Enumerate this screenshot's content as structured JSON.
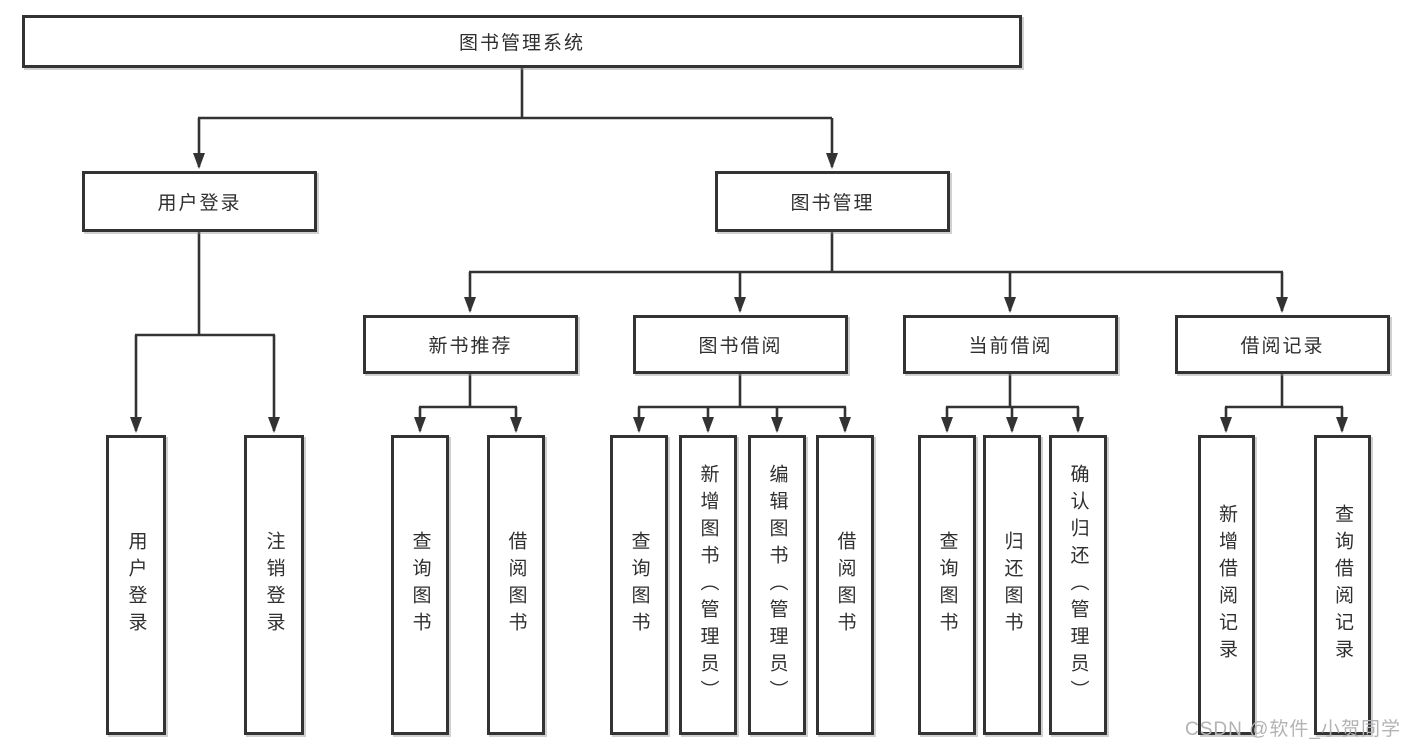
{
  "nodes": {
    "root": "图书管理系统",
    "user_login": "用户登录",
    "book_management": "图书管理",
    "new_book_recommend": "新书推荐",
    "book_borrow": "图书借阅",
    "current_borrow": "当前借阅",
    "borrow_records": "借阅记录"
  },
  "leaves": {
    "user_login": [
      "用户登录",
      "注销登录"
    ],
    "new_book_recommend": [
      "查询图书",
      "借阅图书"
    ],
    "book_borrow": [
      "查询图书",
      "新增图书（管理员）",
      "编辑图书（管理员）",
      "借阅图书"
    ],
    "current_borrow": [
      "查询图书",
      "归还图书",
      "确认归还（管理员）"
    ],
    "borrow_records": [
      "新增借阅记录",
      "查询借阅记录"
    ]
  },
  "watermark": "CSDN @软件_小贺同学",
  "colors": {
    "line": "#333333",
    "box_border": "#333333",
    "text": "#2f2f2f",
    "background": "#ffffff",
    "watermark": "#b3b3b6"
  }
}
